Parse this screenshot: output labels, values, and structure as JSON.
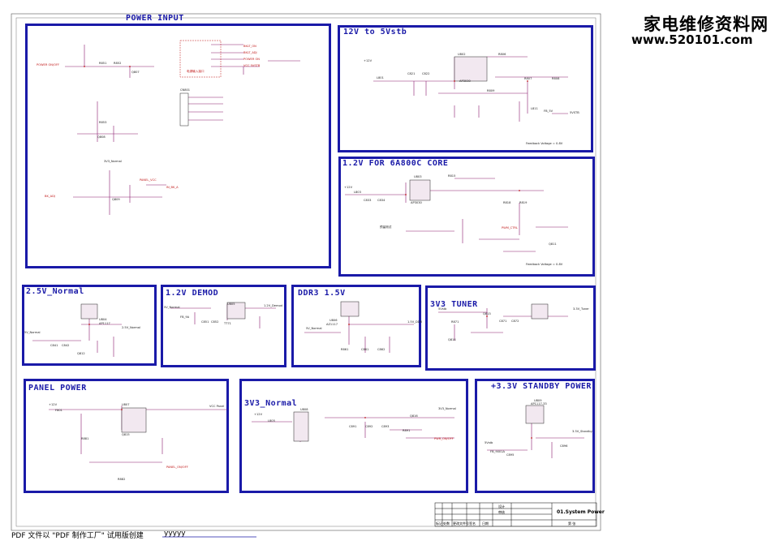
{
  "watermark": {
    "line1": "家电维修资料网",
    "line2": "www.520101.com"
  },
  "footer": {
    "text": "PDF 文件以 \"PDF 制作工厂\" 试用版创建",
    "link": "yyyyy"
  },
  "title_block": {
    "sheet_name": "01.System Power",
    "header_cells": [
      "标记",
      "处数",
      "更改文件号",
      "签名",
      "日期"
    ],
    "side_cells": [
      "设计",
      "审核"
    ],
    "page_label": "第 张"
  },
  "blocks": [
    {
      "key": "power_input",
      "title": "POWER INPUT"
    },
    {
      "key": "v12_to_5vstb",
      "title": "12V to 5Vstb"
    },
    {
      "key": "v12_core",
      "title": "1.2V FOR 6A800C CORE"
    },
    {
      "key": "v25_normal",
      "title": "2.5V_Normal"
    },
    {
      "key": "v12_demod",
      "title": "1.2V  DEMOD"
    },
    {
      "key": "ddr3",
      "title": "DDR3  1.5V"
    },
    {
      "key": "tuner",
      "title": "3V3  TUNER"
    },
    {
      "key": "panel_power",
      "title": "PANEL POWER"
    },
    {
      "key": "v33_normal",
      "title": "3V3_Normal"
    },
    {
      "key": "standby",
      "title": "+3.3V  STANDBY POWER"
    }
  ],
  "net_labels": {
    "power_input": [
      "POWER ON/OFF",
      "R851",
      "R852",
      "Q807",
      "BKLT_ON",
      "BKLT_ADJ",
      "POWER ON",
      "VCC 5VSTB",
      "电源输入接口",
      "CN801",
      "R853",
      "Q808",
      "PANEL_VCC",
      "BK_ADJ",
      "IN_BK_A",
      "3V3_Normal",
      "Q809"
    ],
    "v12_to_5vstb": [
      "+12V",
      "L801",
      "U802",
      "AP3030",
      "C821",
      "C822",
      "R806",
      "R807",
      "R808",
      "R809",
      "L811",
      "FB_5V",
      "5VSTB",
      "Feedback Voltage = 0.8V"
    ],
    "v12_core": [
      "+12V",
      "L803",
      "U803",
      "AP3030",
      "R815",
      "C833",
      "C834",
      "R818",
      "R819",
      "Q811",
      "PWM_CTRL",
      "Feedback Voltage = 0.8V",
      "预留测试"
    ],
    "v25_normal": [
      "U804",
      "AP1117",
      "5V_Normal",
      "C841",
      "C842",
      "Q812",
      "2.5V_Normal"
    ],
    "v12_demod": [
      "5V_Normal",
      "FB_9A",
      "U805",
      "TT71",
      "C851",
      "C852",
      "1.2V_Demod"
    ],
    "ddr3": [
      "5V_Normal",
      "U806",
      "AZ1117",
      "R861",
      "C861",
      "C862",
      "1.5V_DDR"
    ],
    "tuner": [
      "5Vstb",
      "R871",
      "Q813",
      "Q814",
      "C871",
      "C872",
      "3.3V_Tuner"
    ],
    "panel_power": [
      "+12V",
      "F801",
      "U807",
      "Q815",
      "R881",
      "R882",
      "VCC Panel",
      "PANEL_ON/OFF"
    ],
    "v33_normal": [
      "+12V",
      "L805",
      "U808",
      "C891",
      "C892",
      "C893",
      "R891",
      "Q816",
      "3V3_Normal",
      "PWR_ON/OFF"
    ],
    "standby": [
      "U809",
      "AP1117-33",
      "5Vstb",
      "FB_9001A",
      "C895",
      "C896",
      "3.3V_Standby"
    ]
  },
  "colors": {
    "border": "#1a1aa8",
    "wire": "#8a1c6e",
    "net_red": "#c01818",
    "component": "#222222"
  }
}
